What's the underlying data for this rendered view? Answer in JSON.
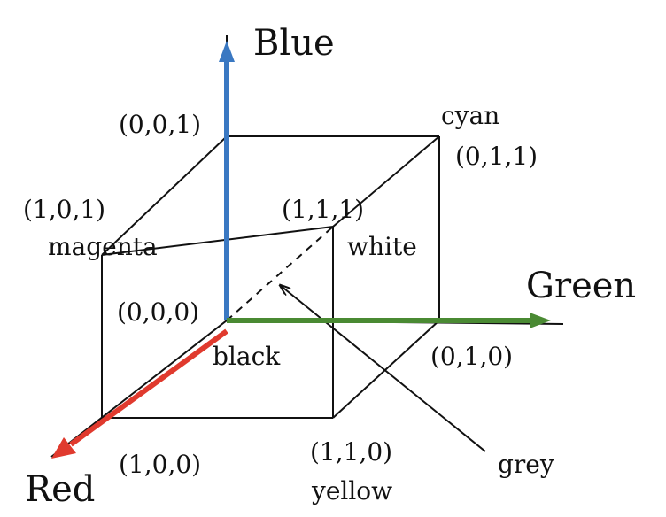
{
  "axes": {
    "blue": {
      "label": "Blue",
      "color": "#3a78c2"
    },
    "green": {
      "label": "Green",
      "color": "#4a8a33"
    },
    "red": {
      "label": "Red",
      "color": "#e03a2e"
    }
  },
  "line_color": "#111111",
  "vertices": {
    "black": {
      "coords": "(0,0,0)",
      "name": "black"
    },
    "blue": {
      "coords": "(0,0,1)"
    },
    "cyan": {
      "coords": "(0,1,1)",
      "name": "cyan"
    },
    "magenta": {
      "coords": "(1,0,1)",
      "name": "magenta"
    },
    "white": {
      "coords": "(1,1,1)",
      "name": "white"
    },
    "green": {
      "coords": "(0,1,0)"
    },
    "red": {
      "coords": "(1,0,0)"
    },
    "yellow": {
      "coords": "(1,1,0)",
      "name": "yellow"
    }
  },
  "grey_label": "grey"
}
